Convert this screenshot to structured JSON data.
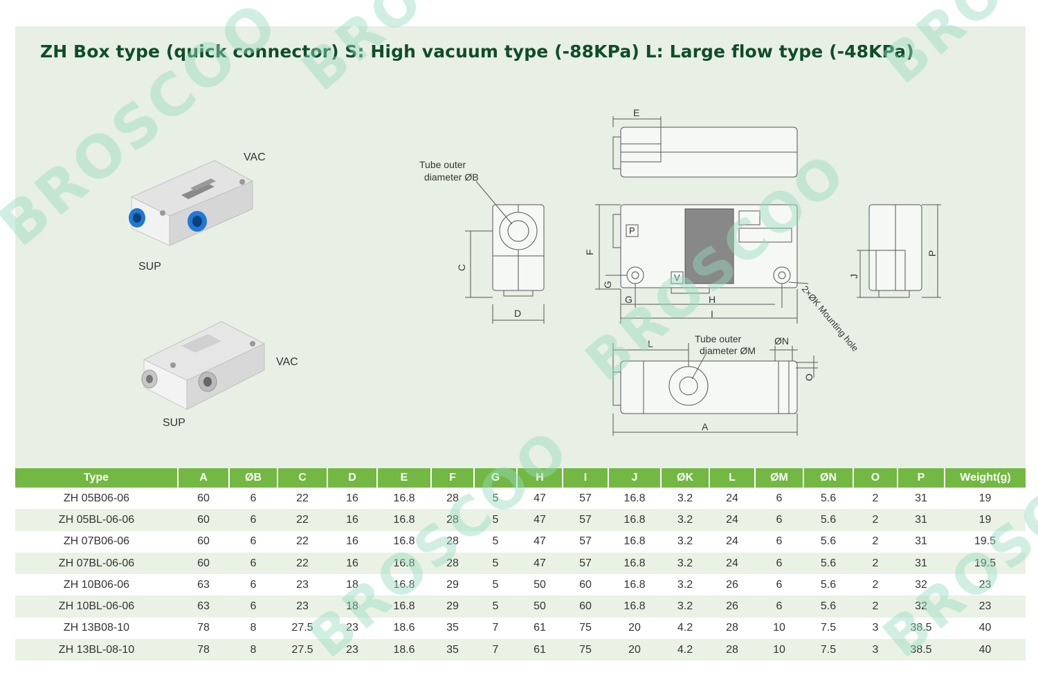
{
  "title": "ZH Box type (quick connector) S: High vacuum type (-88KPa) L: Large flow type (-48KPa)",
  "watermark": "BROSCOO",
  "product_images": {
    "top": {
      "vac_label": "VAC",
      "sup_label": "SUP"
    },
    "bottom": {
      "vac_label": "VAC",
      "sup_label": "SUP"
    }
  },
  "drawing": {
    "tube_b_line1": "Tube outer",
    "tube_b_line2": "diameter ØB",
    "tube_m_line1": "Tube outer",
    "tube_m_line2": "diameter ØM",
    "mounting_hole": "2×ØK Mounting hole",
    "dims": {
      "A": "A",
      "C": "C",
      "D": "D",
      "E": "E",
      "F": "F",
      "G": "G",
      "H": "H",
      "I": "I",
      "J": "J",
      "L": "L",
      "N": "ØN",
      "O": "O",
      "P": "P",
      "port_p": "P",
      "port_v": "V"
    }
  },
  "table": {
    "headers": [
      "Type",
      "A",
      "ØB",
      "C",
      "D",
      "E",
      "F",
      "G",
      "H",
      "I",
      "J",
      "ØK",
      "L",
      "ØM",
      "ØN",
      "O",
      "P",
      "Weight(g)"
    ],
    "rows": [
      [
        "ZH 05B06-06",
        "60",
        "6",
        "22",
        "16",
        "16.8",
        "28",
        "5",
        "47",
        "57",
        "16.8",
        "3.2",
        "24",
        "6",
        "5.6",
        "2",
        "31",
        "19"
      ],
      [
        "ZH 05BL-06-06",
        "60",
        "6",
        "22",
        "16",
        "16.8",
        "28",
        "5",
        "47",
        "57",
        "16.8",
        "3.2",
        "24",
        "6",
        "5.6",
        "2",
        "31",
        "19"
      ],
      [
        "ZH 07B06-06",
        "60",
        "6",
        "22",
        "16",
        "16.8",
        "28",
        "5",
        "47",
        "57",
        "16.8",
        "3.2",
        "24",
        "6",
        "5.6",
        "2",
        "31",
        "19.5"
      ],
      [
        "ZH 07BL-06-06",
        "60",
        "6",
        "22",
        "16",
        "16.8",
        "28",
        "5",
        "47",
        "57",
        "16.8",
        "3.2",
        "24",
        "6",
        "5.6",
        "2",
        "31",
        "19.5"
      ],
      [
        "ZH 10B06-06",
        "63",
        "6",
        "23",
        "18",
        "16.8",
        "29",
        "5",
        "50",
        "60",
        "16.8",
        "3.2",
        "26",
        "6",
        "5.6",
        "2",
        "32",
        "23"
      ],
      [
        "ZH 10BL-06-06",
        "63",
        "6",
        "23",
        "18",
        "16.8",
        "29",
        "5",
        "50",
        "60",
        "16.8",
        "3.2",
        "26",
        "6",
        "5.6",
        "2",
        "32",
        "23"
      ],
      [
        "ZH 13B08-10",
        "78",
        "8",
        "27.5",
        "23",
        "18.6",
        "35",
        "7",
        "61",
        "75",
        "20",
        "4.2",
        "28",
        "10",
        "7.5",
        "3",
        "38.5",
        "40"
      ],
      [
        "ZH 13BL-08-10",
        "78",
        "8",
        "27.5",
        "23",
        "18.6",
        "35",
        "7",
        "61",
        "75",
        "20",
        "4.2",
        "28",
        "10",
        "7.5",
        "3",
        "38.5",
        "40"
      ]
    ]
  },
  "colors": {
    "header_green": "#72b843",
    "title_green": "#0e4d2a",
    "panel_bg": "#e8efe4",
    "row_alt": "#eaf2e5",
    "accent_blue": "#1e78d6"
  }
}
